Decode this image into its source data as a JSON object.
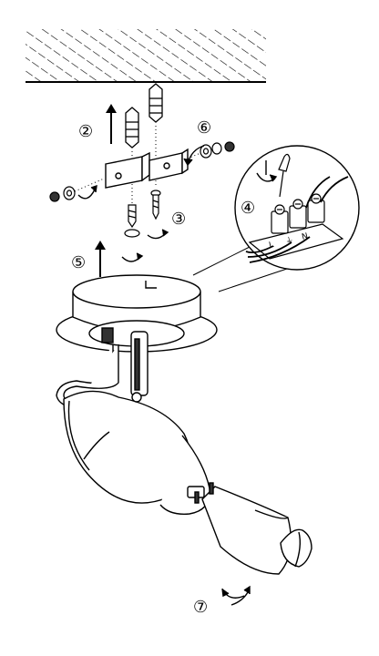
{
  "steps": [
    {
      "number": "②",
      "label": "2"
    },
    {
      "number": "③",
      "label": "3"
    },
    {
      "number": "④",
      "label": "4"
    },
    {
      "number": "⑤",
      "label": "5"
    },
    {
      "number": "⑥",
      "label": "6"
    },
    {
      "number": "⑦",
      "label": "7"
    }
  ],
  "terminal": {
    "letters": [
      "L",
      "⏚",
      "N"
    ]
  },
  "icons": [
    "ceiling-hatch-icon",
    "wall-plug-icon",
    "screw-icon",
    "mounting-bracket-icon",
    "ceiling-base-icon",
    "spot-lamp-icon",
    "gu10-bulb-icon",
    "reflector-cap-icon",
    "rotate-arrow-icon",
    "up-arrow-icon",
    "screwdriver-icon",
    "terminal-block-icon"
  ]
}
